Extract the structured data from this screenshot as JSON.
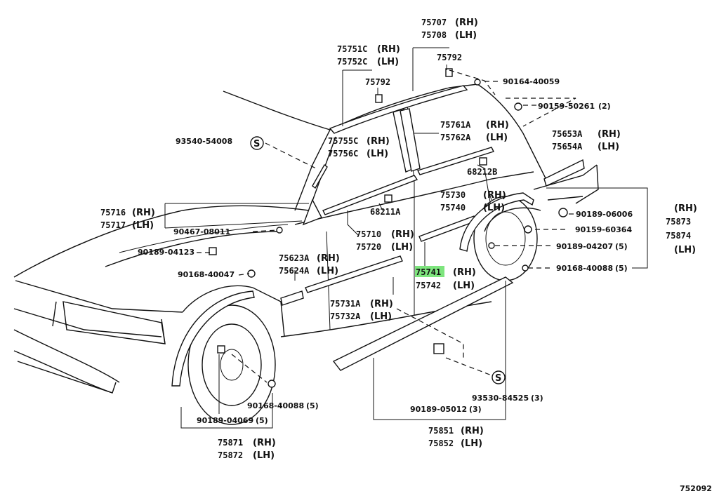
{
  "diagram_code": "752092",
  "highlight_color": "#7ee57e",
  "labels": {
    "p75707": "75707",
    "p75707s": "(RH)",
    "p75708": "75708",
    "p75708s": "(LH)",
    "p75751c": "75751C",
    "p75751cs": "(RH)",
    "p75752c": "75752C",
    "p75752cs": "(LH)",
    "p75792a": "75792",
    "p75792b": "75792",
    "p90164": "90164-40059",
    "p90159a": "90159-50261",
    "p90159as": "(2)",
    "p93540": "93540-54008",
    "p75755c": "75755C",
    "p75755cs": "(RH)",
    "p75756c": "75756C",
    "p75756cs": "(LH)",
    "p75761a": "75761A",
    "p75761as": "(RH)",
    "p75762a": "75762A",
    "p75762as": "(LH)",
    "p75653a": "75653A",
    "p75653as": "(RH)",
    "p75654a": "75654A",
    "p75654as": "(LH)",
    "p68212b": "68212B",
    "p75730": "75730",
    "p75730s": "(RH)",
    "p75740": "75740",
    "p75740s": "(LH)",
    "p68211a": "68211A",
    "p75716": "75716",
    "p75716s": "(RH)",
    "p75717": "75717",
    "p75717s": "(LH)",
    "p90467": "90467-08011",
    "p75710": "75710",
    "p75710s": "(RH)",
    "p75720": "75720",
    "p75720s": "(LH)",
    "p90189a": "90189-04123",
    "p75623a": "75623A",
    "p75623as": "(RH)",
    "p75624a": "75624A",
    "p75624as": "(LH)",
    "p90168a": "90168-40047",
    "p75741": "75741",
    "p75741s": "(RH)",
    "p75742": "75742",
    "p75742s": "(LH)",
    "p75731a": "75731A",
    "p75731as": "(RH)",
    "p75732a": "75732A",
    "p75732as": "(LH)",
    "p90189b": "90189-06006",
    "p90159b": "90159-60364",
    "p90189c": "90189-04207",
    "p90189cs": "(5)",
    "p90168b": "90168-40088",
    "p90168bs": "(5)",
    "p75873": "75873",
    "p75873s": "(RH)",
    "p75874": "75874",
    "p75874s": "(LH)",
    "p90168c": "90168-40088",
    "p90168cs": "(5)",
    "p90189d": "90189-04069",
    "p90189ds": "(5)",
    "p93530": "93530-84525",
    "p93530s": "(3)",
    "p90189e": "90189-05012",
    "p90189es": "(3)",
    "p75851": "75851",
    "p75851s": "(RH)",
    "p75852": "75852",
    "p75852s": "(LH)",
    "p75871": "75871",
    "p75871s": "(RH)",
    "p75872": "75872",
    "p75872s": "(LH)",
    "s_symbol": "S"
  }
}
